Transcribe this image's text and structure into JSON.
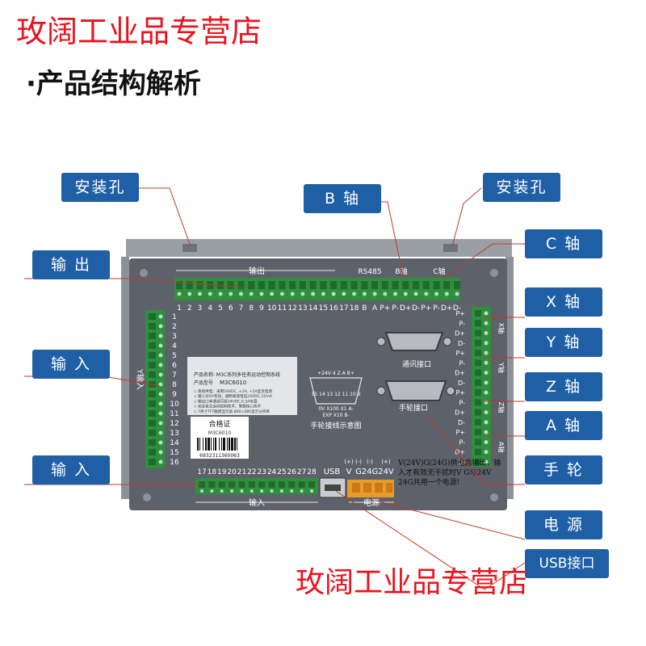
{
  "watermark_top": "玫阔工业品专营店",
  "watermark_bottom": "玫阔工业品专营店",
  "section_title": "·产品结构解析",
  "callouts": {
    "mount_hole_left": "安装孔",
    "b_axis": "B 轴",
    "mount_hole_right": "安装孔",
    "c_axis": "C 轴",
    "output": "输 出",
    "x_axis": "X 轴",
    "input_left": "输 入",
    "y_axis": "Y 轴",
    "z_axis": "Z 轴",
    "a_axis": "A 轴",
    "input_bottom": "输 入",
    "handwheel": "手 轮",
    "power": "电 源",
    "usb": "USB接口"
  },
  "device": {
    "top_header_output": "输出",
    "top_header_rs485": "RS485",
    "top_header_b": "B轴",
    "top_header_c": "C轴",
    "top_pin_labels": [
      "1",
      "2",
      "3",
      "4",
      "5",
      "6",
      "7",
      "8",
      "9",
      "10",
      "11",
      "12",
      "13",
      "14",
      "15",
      "16",
      "17",
      "18",
      "B",
      "A",
      "P+",
      "P-",
      "D+",
      "D-",
      "P+",
      "P-",
      "D+",
      "D-"
    ],
    "left_header": "Y输入",
    "left_pin_labels": [
      "1",
      "2",
      "3",
      "4",
      "5",
      "6",
      "7",
      "8",
      "9",
      "10",
      "11",
      "12",
      "13",
      "14",
      "15",
      "16"
    ],
    "right_pin_labels": [
      "P+",
      "P-",
      "D+",
      "D-",
      "P+",
      "P-",
      "D+",
      "D-",
      "P+",
      "P-",
      "D+",
      "D-",
      "P+",
      "P-",
      "D+",
      "D-"
    ],
    "right_axis_labels": [
      "X轴",
      "Y轴",
      "Z轴",
      "A轴"
    ],
    "bottom_pin_labels": [
      "17",
      "18",
      "19",
      "20",
      "21",
      "22",
      "23",
      "24",
      "25",
      "26",
      "27",
      "28"
    ],
    "bottom_header_input": "输入",
    "usb_label": "USB",
    "power_signs": [
      "(+)",
      "(-)",
      "(-)",
      "(+)"
    ],
    "power_pins": [
      "V",
      "G",
      "24G",
      "24V"
    ],
    "power_header": "电源",
    "comm_port_label": "通讯接口",
    "handwheel_port_label": "手轮接口",
    "handwheel_diagram_label": "手轮接线示意图",
    "pinout_top": "+24V  4   Z   A  B+",
    "pinout_mid": "15 14 13 12 11 10  9",
    "pinout_bottom": "0V  X100 X1  A-",
    "pinout_foot": "EXP  X10  B-",
    "note_text": "V(24V)G(24G)供电启输出，输入才有效无干扰时V G与24V 24G共用一个电源!",
    "sticker_title": "产品名称: M3C系列多任务运动控制系统",
    "sticker_model_label": "产品型号",
    "sticker_model": "M3C6010",
    "sticker_lines": [
      "系统供电：采用24VDC, ±1A, +2A直流电源",
      "输入对0V有效，通断阈值电压24VDC,15mA",
      "输出口单通道可驱24VDC,0.5A负载",
      "完全自主运动控制技术，掌握核心技术",
      "7英寸TFT触摸显示屏,800×480显示分辨率"
    ],
    "cert_title": "合格证",
    "cert_model": "M3C6010",
    "barcode_number": "6932311360063"
  },
  "colors": {
    "callout_bg": "#1f5fa6",
    "watermark": "#e8141e",
    "panel": "#5d6169",
    "terminal": "#2f8f3f",
    "power_terminal": "#e89a2a",
    "leader_line": "#c0392b"
  }
}
